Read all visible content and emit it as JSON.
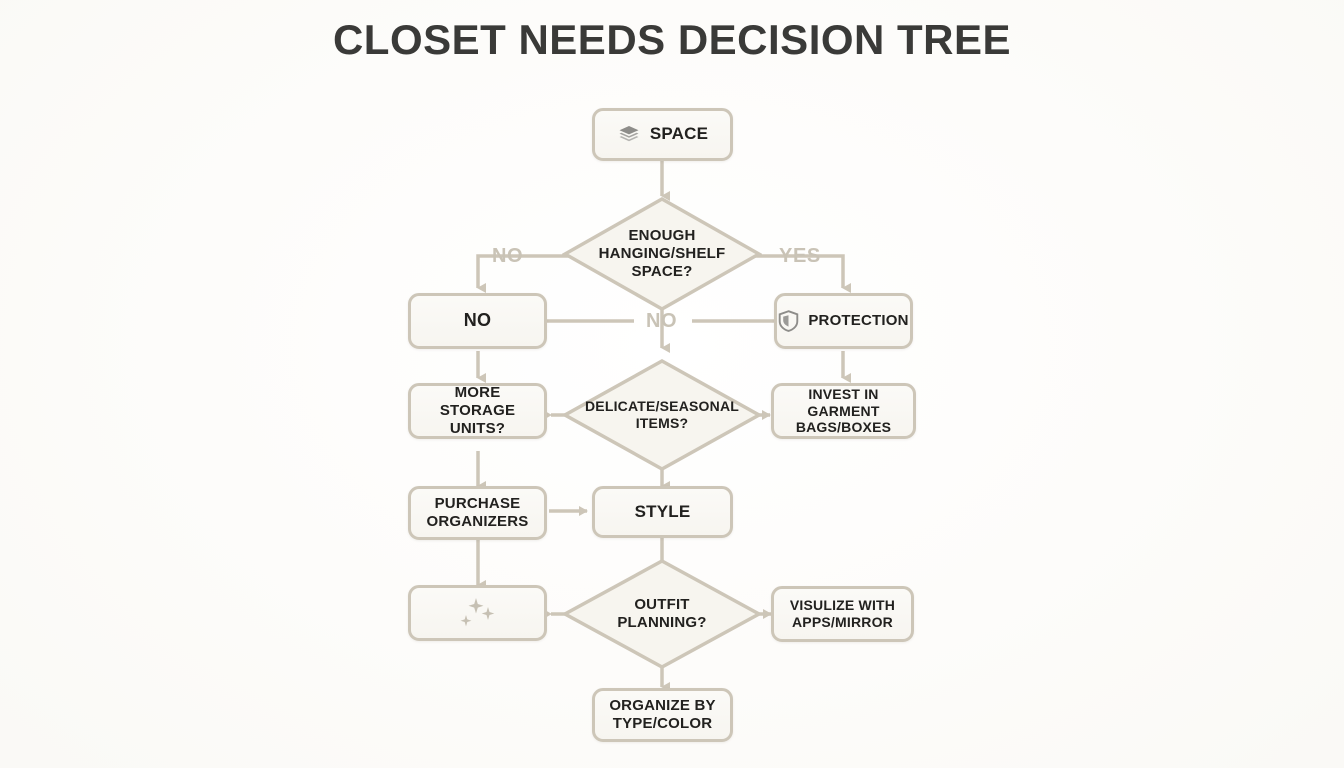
{
  "page": {
    "title": "CLOSET NEEDS DECISION TREE",
    "background_color": "#fdfcfa",
    "node_border_color": "#cdc6b8",
    "node_fill_color": "#f8f6f2",
    "text_color": "#22211f",
    "edge_label_color": "#c9c3b6",
    "connector_color": "#cdc6b8"
  },
  "nodes": {
    "space": {
      "label": "SPACE",
      "icon": "layers-icon",
      "shape": "rect"
    },
    "enough_space": {
      "label": "ENOUGH\nHANGING/SHELF\nSPACE?",
      "shape": "diamond"
    },
    "no_box": {
      "label": "NO",
      "shape": "rect"
    },
    "protection": {
      "label": "PROTECTION",
      "icon": "shield-icon",
      "shape": "rect"
    },
    "more_storage": {
      "label": "MORE STORAGE\nUNITS?",
      "shape": "rect"
    },
    "delicate": {
      "label": "DELICATE/SEASONAL\nITEMS?",
      "shape": "diamond"
    },
    "garment_bags": {
      "label": "INVEST IN GARMENT\nBAGS/BOXES",
      "shape": "rect"
    },
    "purchase_organizers": {
      "label": "PURCHASE\nORGANIZERS",
      "shape": "rect"
    },
    "style": {
      "label": "STYLE",
      "shape": "rect"
    },
    "sparkles_box": {
      "label": "",
      "icon": "sparkles-icon",
      "shape": "rect"
    },
    "outfit_planning": {
      "label": "OUTFIT\nPLANNING?",
      "shape": "diamond"
    },
    "visualize": {
      "label": "VISULIZE WITH\nAPPS/MIRROR",
      "shape": "rect"
    },
    "organize": {
      "label": "ORGANIZE BY\nTYPE/COLOR",
      "shape": "rect"
    }
  },
  "edge_labels": {
    "no_left": "NO",
    "yes_right": "YES",
    "no_middle": "NO"
  }
}
